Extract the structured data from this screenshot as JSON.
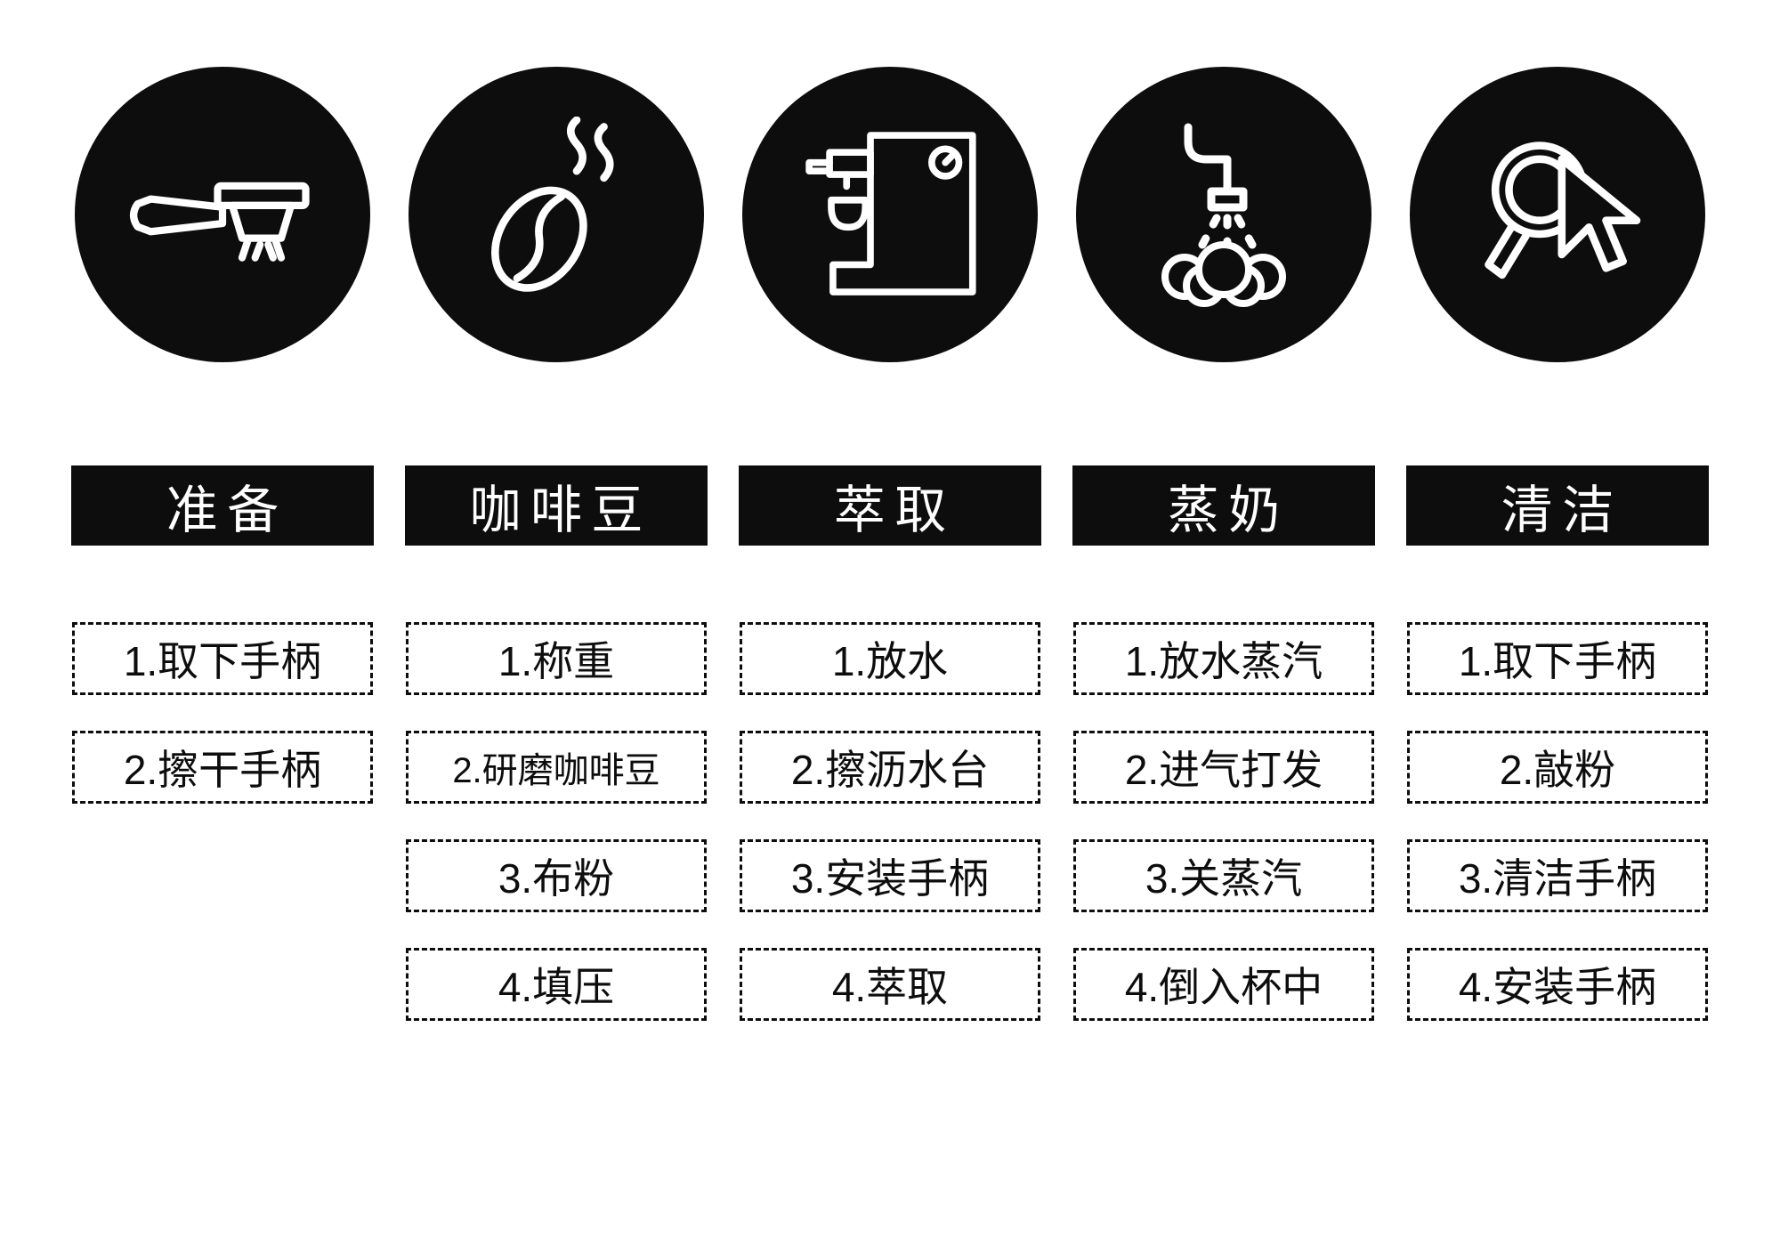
{
  "page": {
    "background": "#ffffff"
  },
  "colors": {
    "primary": "#0d0d0d",
    "text_on_dark": "#ffffff",
    "step_border": "#0d0d0d"
  },
  "columns": [
    {
      "title": "准备",
      "icon": "portafilter-icon",
      "steps": [
        "1.取下手柄",
        "2.擦干手柄"
      ]
    },
    {
      "title": "咖啡豆",
      "icon": "coffee-bean-icon",
      "steps": [
        "1.称重",
        "2.研磨咖啡豆",
        "3.布粉",
        "4.填压"
      ]
    },
    {
      "title": "萃取",
      "icon": "espresso-machine-icon",
      "steps": [
        "1.放水",
        "2.擦沥水台",
        "3.安装手柄",
        "4.萃取"
      ]
    },
    {
      "title": "蒸奶",
      "icon": "steam-wand-icon",
      "steps": [
        "1.放水蒸汽",
        "2.进气打发",
        "3.关蒸汽",
        "4.倒入杯中"
      ]
    },
    {
      "title": "清洁",
      "icon": "portafilter-cursor-icon",
      "steps": [
        "1.取下手柄",
        "2.敲粉",
        "3.清洁手柄",
        "4.安装手柄"
      ]
    }
  ]
}
